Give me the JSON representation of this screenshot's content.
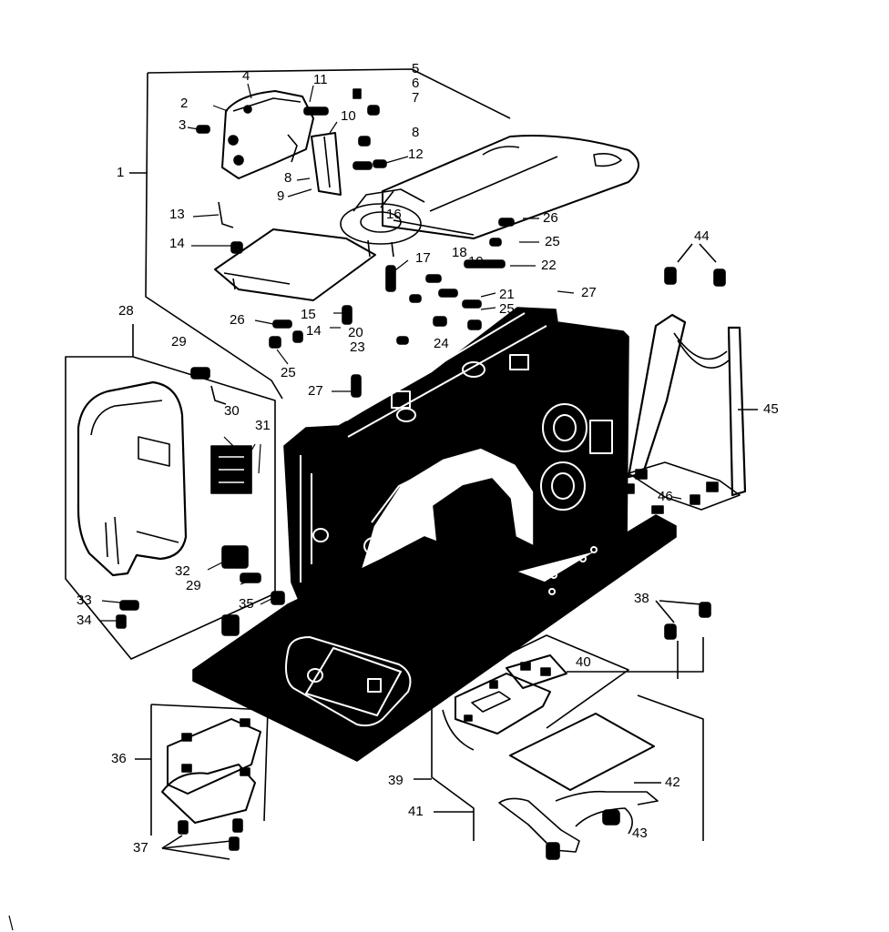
{
  "colors": {
    "ink": "#000000",
    "paper": "#ffffff"
  },
  "callouts": {
    "c1": "1",
    "c2": "2",
    "c3": "3",
    "c4": "4",
    "c5": "5",
    "c6": "6",
    "c7": "7",
    "c8a": "8",
    "c8b": "8",
    "c9": "9",
    "c10": "10",
    "c11": "11",
    "c12": "12",
    "c13": "13",
    "c14a": "14",
    "c14b": "14",
    "c15": "15",
    "c16": "16",
    "c17": "17",
    "c18": "18",
    "c19": "19",
    "c20": "20",
    "c21": "21",
    "c22": "22",
    "c23": "23",
    "c24": "24",
    "c25a": "25",
    "c25b": "25",
    "c25c": "25",
    "c26a": "26",
    "c26b": "26",
    "c27a": "27",
    "c27b": "27",
    "c28": "28",
    "c29a": "29",
    "c29b": "29",
    "c30": "30",
    "c31": "31",
    "c32": "32",
    "c33": "33",
    "c34": "34",
    "c35": "35",
    "c36": "36",
    "c37": "37",
    "c38": "38",
    "c39": "39",
    "c40": "40",
    "c41": "41",
    "c42": "42",
    "c43": "43",
    "c44": "44",
    "c45": "45",
    "c46": "46"
  }
}
